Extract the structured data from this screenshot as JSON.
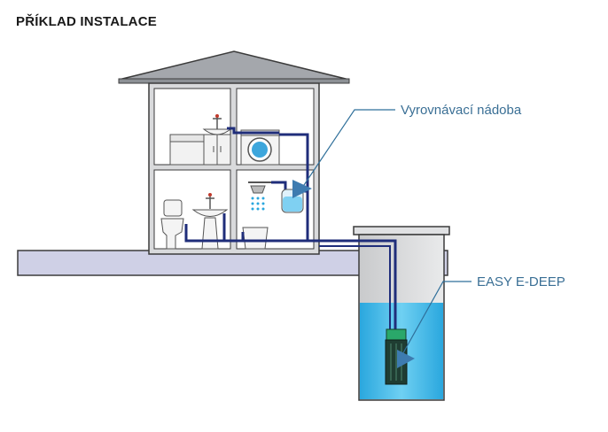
{
  "title": "PŘÍKLAD INSTALACE",
  "labels": {
    "tank": "Vyrovnávací nádoba",
    "pump": "EASY E-DEEP"
  },
  "colors": {
    "pipe": "#1f2d7a",
    "callout": "#2f6f9a",
    "label": "#3a6f95",
    "ground": "#cfd0e6",
    "water": "#5bc4ec",
    "roof": "#9fa3a8",
    "wall": "#d7d8da",
    "pump_body": "#1f7a4f",
    "arrow": "#3d7bb0"
  },
  "icons": [
    "house",
    "roof",
    "washbasin",
    "cabinet",
    "washing-machine",
    "shower-head",
    "expansion-tank",
    "toilet",
    "sink",
    "bucket",
    "well",
    "submersible-pump",
    "arrow-marker"
  ]
}
